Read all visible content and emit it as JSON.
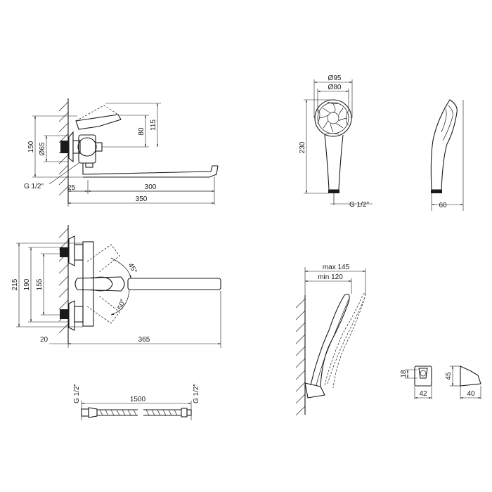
{
  "side_view": {
    "dim_150": "150",
    "dim_d65": "Ø65",
    "dim_80": "80",
    "dim_115": "115",
    "dim_thread": "G 1/2\"",
    "dim_25": "25",
    "dim_300": "300",
    "dim_350": "350"
  },
  "shower_head_front": {
    "dim_d95": "Ø95",
    "dim_d80": "Ø80",
    "dim_230": "230",
    "dim_thread": "G 1/2\""
  },
  "shower_head_side": {
    "dim_60": "60"
  },
  "top_view": {
    "dim_215": "215",
    "dim_190": "190",
    "dim_155": "155",
    "dim_45deg": "45°",
    "dim_50deg": "50°",
    "dim_20": "20",
    "dim_365": "365"
  },
  "wall_holder_view": {
    "dim_max145": "max 145",
    "dim_min120": "min 120"
  },
  "bracket_front": {
    "dim_18": "18",
    "dim_42": "42"
  },
  "bracket_side": {
    "dim_45": "45",
    "dim_40": "40"
  },
  "hose": {
    "dim_thread_left": "G 1/2\"",
    "dim_1500": "1500",
    "dim_thread_right": "G 1/2\""
  }
}
